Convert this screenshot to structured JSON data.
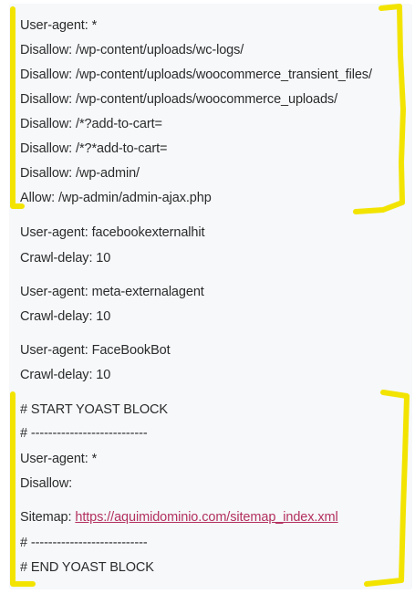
{
  "colors": {
    "panel_bg": "#f6f8fa",
    "text": "#2b2b2b",
    "link": "#b3305e",
    "highlight_marker": "#f2e400"
  },
  "blocks": {
    "woocommerce": [
      "User-agent: *",
      "Disallow: /wp-content/uploads/wc-logs/",
      "Disallow: /wp-content/uploads/woocommerce_transient_files/",
      "Disallow: /wp-content/uploads/woocommerce_uploads/",
      "Disallow: /*?add-to-cart=",
      "Disallow: /*?*add-to-cart=",
      "Disallow: /wp-admin/",
      "Allow: /wp-admin/admin-ajax.php"
    ],
    "facebook_external_hit": [
      "User-agent: facebookexternalhit",
      "Crawl-delay: 10"
    ],
    "meta_external_agent": [
      "User-agent: meta-externalagent",
      "Crawl-delay: 10"
    ],
    "facebook_bot": [
      "User-agent: FaceBookBot",
      "Crawl-delay: 10"
    ],
    "yoast": {
      "start": "# START YOAST BLOCK",
      "separator_top": "# ---------------------------",
      "user_agent": "User-agent: *",
      "disallow": "Disallow:",
      "sitemap_label": "Sitemap: ",
      "sitemap_url": "https://aquimidominio.com/sitemap_index.xml",
      "separator_bottom": "# ---------------------------",
      "end": "# END YOAST BLOCK"
    }
  }
}
